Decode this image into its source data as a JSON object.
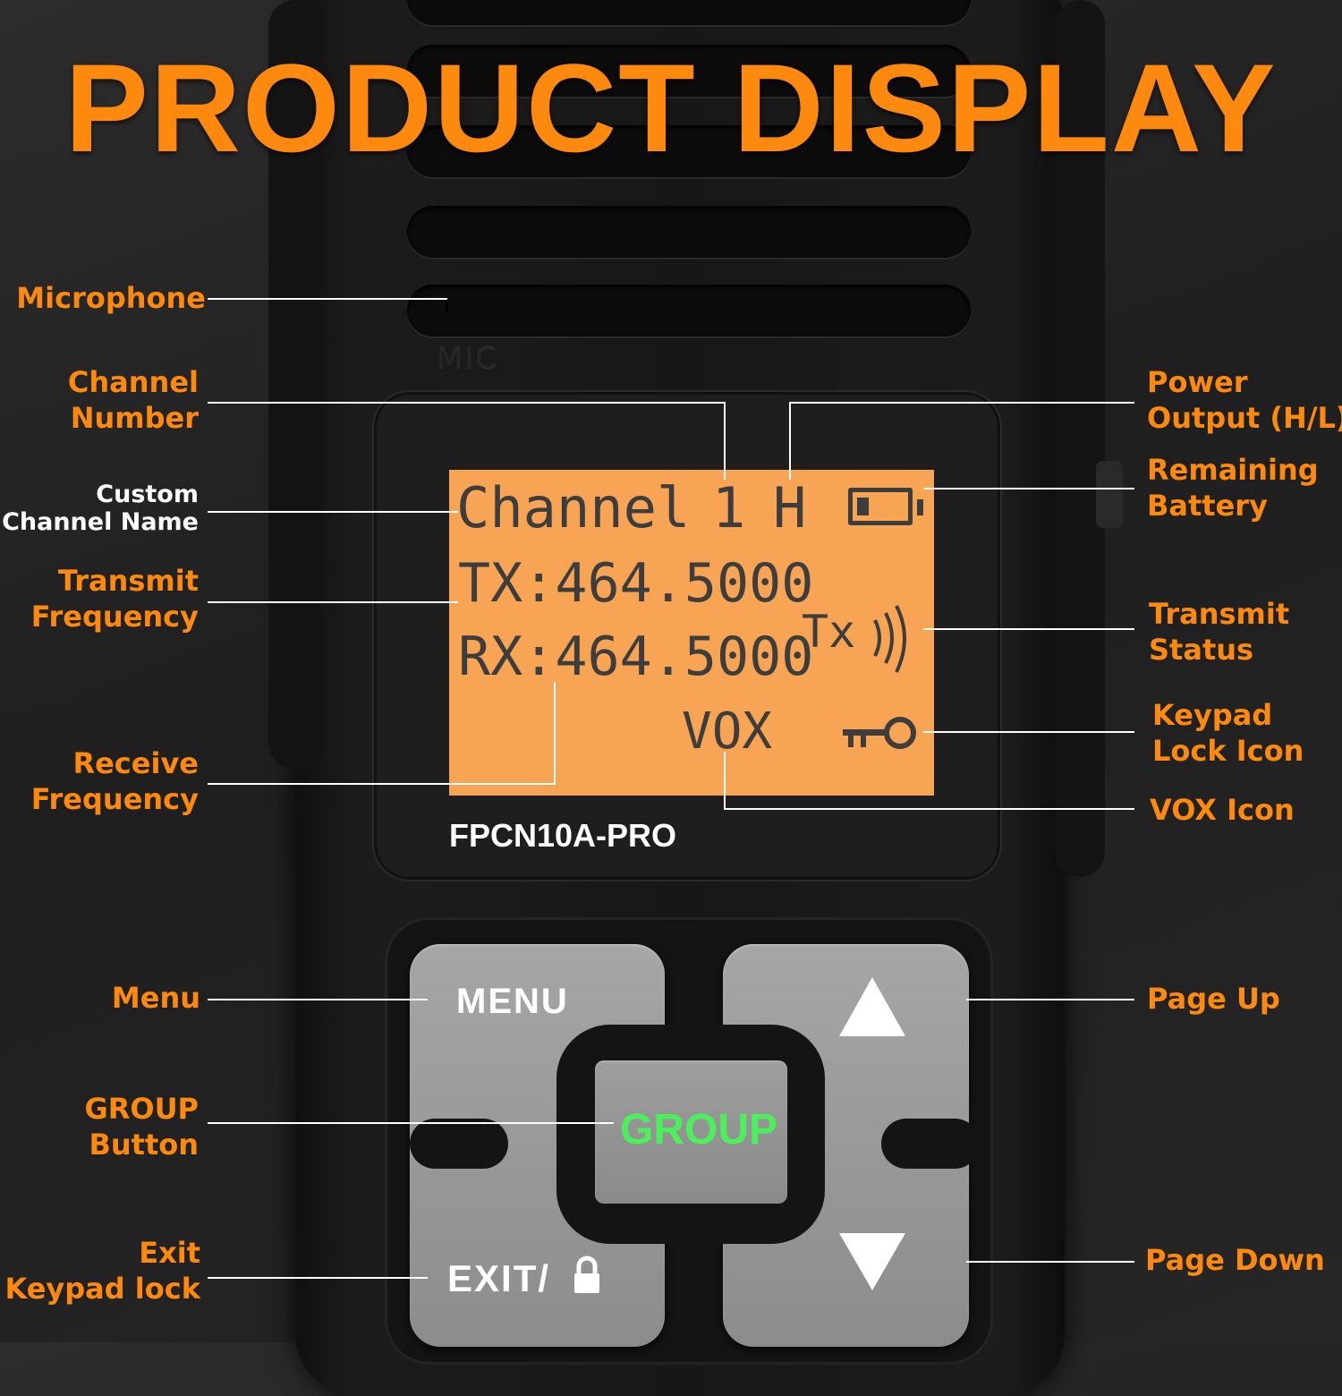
{
  "title": "PRODUCT DISPLAY",
  "model": "FPCN10A-PRO",
  "mic_text": "MIC",
  "lcd": {
    "channel_name": "Channel",
    "channel_number": "1",
    "power": "H",
    "tx": "TX:464.5000",
    "rx": "RX:464.5000",
    "tx_status": "Tx",
    "vox": "VOX",
    "battery_level": 0.25
  },
  "keys": {
    "menu": "MENU",
    "group": "GROUP",
    "exit": "EXIT/",
    "up_icon": "triangle-up-icon",
    "down_icon": "triangle-down-icon",
    "lock_icon": "padlock-icon"
  },
  "callouts": {
    "microphone": [
      "Microphone"
    ],
    "channel_number": [
      "Channel",
      "Number"
    ],
    "custom_channel_name": [
      "Custom",
      "Channel Name"
    ],
    "transmit_frequency": [
      "Transmit",
      "Frequency"
    ],
    "receive_frequency": [
      "Receive",
      "Frequency"
    ],
    "menu": [
      "Menu"
    ],
    "group_button": [
      "GROUP",
      "Button"
    ],
    "exit_keypad_lock": [
      "Exit",
      "Keypad lock"
    ],
    "power_output": [
      "Power",
      "Output (H/L)"
    ],
    "remaining_battery": [
      "Remaining",
      "Battery"
    ],
    "transmit_status": [
      "Transmit",
      "Status"
    ],
    "keypad_lock_icon": [
      "Keypad",
      "Lock Icon"
    ],
    "vox_icon": [
      "VOX Icon"
    ],
    "page_up": [
      "Page Up"
    ],
    "page_down": [
      "Page Down"
    ]
  },
  "colors": {
    "accent": "#fd8a0e",
    "lcd": "#f7a454",
    "group_text": "#4cf05a",
    "key": "#9a9a9a"
  }
}
